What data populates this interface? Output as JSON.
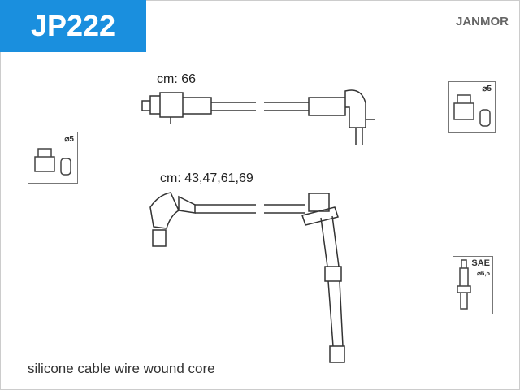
{
  "product_code": "JP222",
  "brand": "JANMOR",
  "cable_1_length": "cm: 66",
  "cable_2_length": "cm: 43,47,61,69",
  "footer": "silicone cable wire wound core",
  "left_icon": {
    "diameter": "⌀5"
  },
  "right_icon": {
    "diameter": "⌀5"
  },
  "plug_icon": {
    "standard": "SAE",
    "diameter": "⌀6,5"
  },
  "colors": {
    "badge": "#1a8fde"
  }
}
